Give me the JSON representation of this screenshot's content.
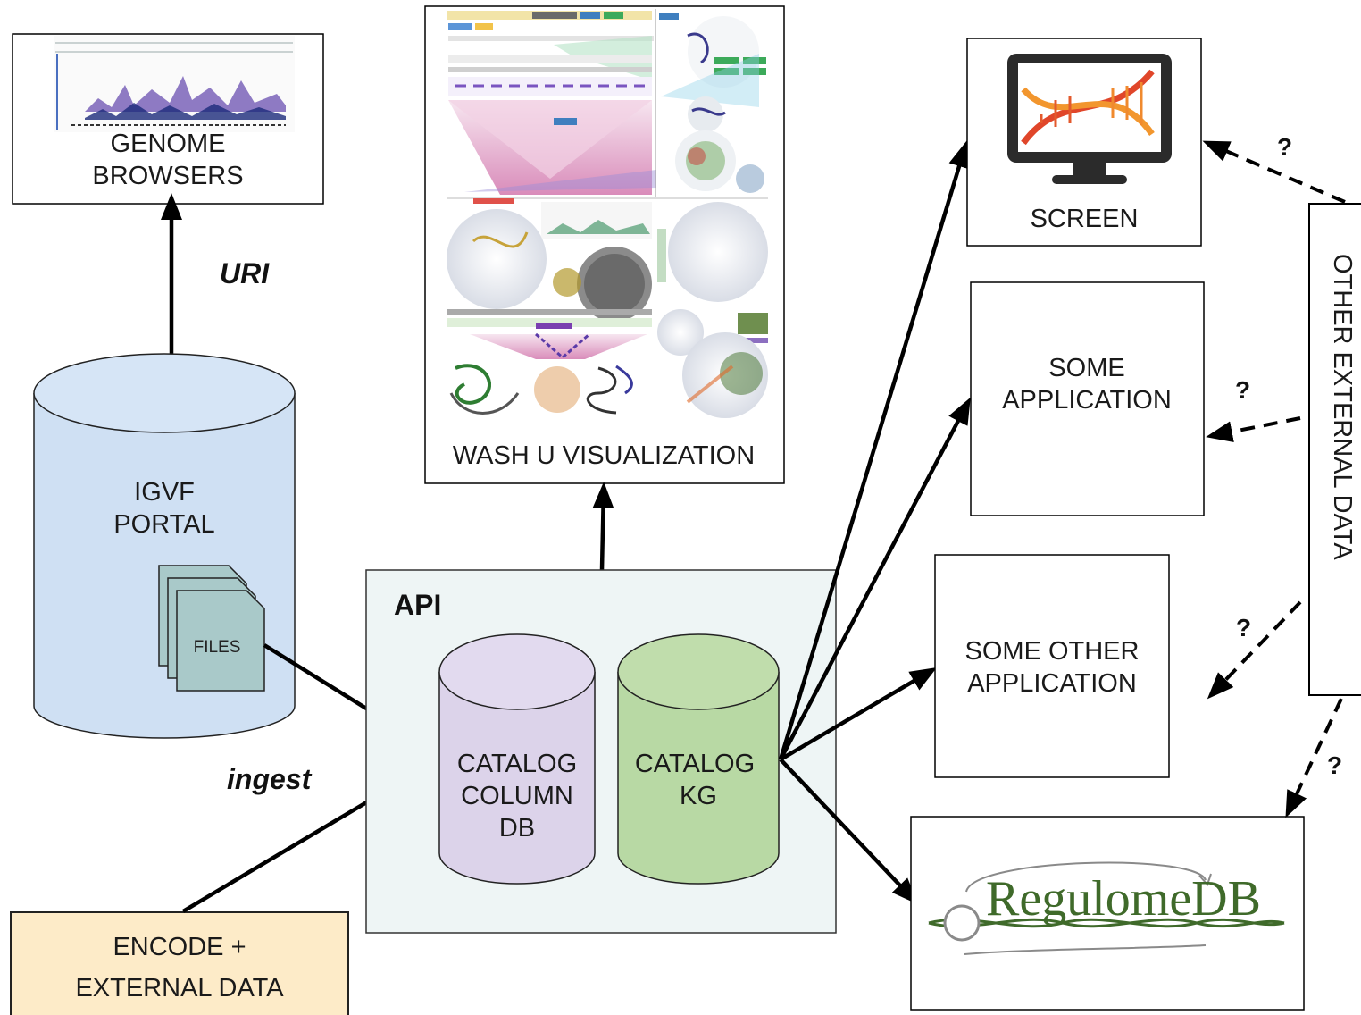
{
  "nodes": {
    "genome_browsers": {
      "line1": "GENOME",
      "line2": "BROWSERS"
    },
    "igvf_portal": {
      "line1": "IGVF",
      "line2": "PORTAL",
      "files": "FILES"
    },
    "encode": {
      "line1": "ENCODE +",
      "line2": "EXTERNAL DATA"
    },
    "washu": {
      "label": "WASH U VISUALIZATION"
    },
    "api": {
      "label": "API"
    },
    "catalog_column_db": {
      "line1": "CATALOG",
      "line2": "COLUMN",
      "line3": "DB"
    },
    "catalog_kg": {
      "line1": "CATALOG",
      "line2": "KG"
    },
    "screen": {
      "label": "SCREEN"
    },
    "some_application": {
      "line1": "SOME",
      "line2": "APPLICATION"
    },
    "some_other_application": {
      "line1": "SOME OTHER",
      "line2": "APPLICATION"
    },
    "regulomedb": {
      "logo_text": "RegulomeDB"
    },
    "other_external_data": {
      "label": "OTHER EXTERNAL DATA"
    }
  },
  "edges": {
    "uri_label": "URI",
    "ingest_label": "ingest",
    "question": "?"
  },
  "colors": {
    "portal_fill": "#cfe0f3",
    "files_fill": "#a9c9c9",
    "encode_fill": "#fdebc8",
    "api_fill": "#eef5f5",
    "column_db_fill": "#dcd3ea",
    "kg_fill": "#b8d9a4",
    "regulome_green": "#3f6a2a"
  }
}
